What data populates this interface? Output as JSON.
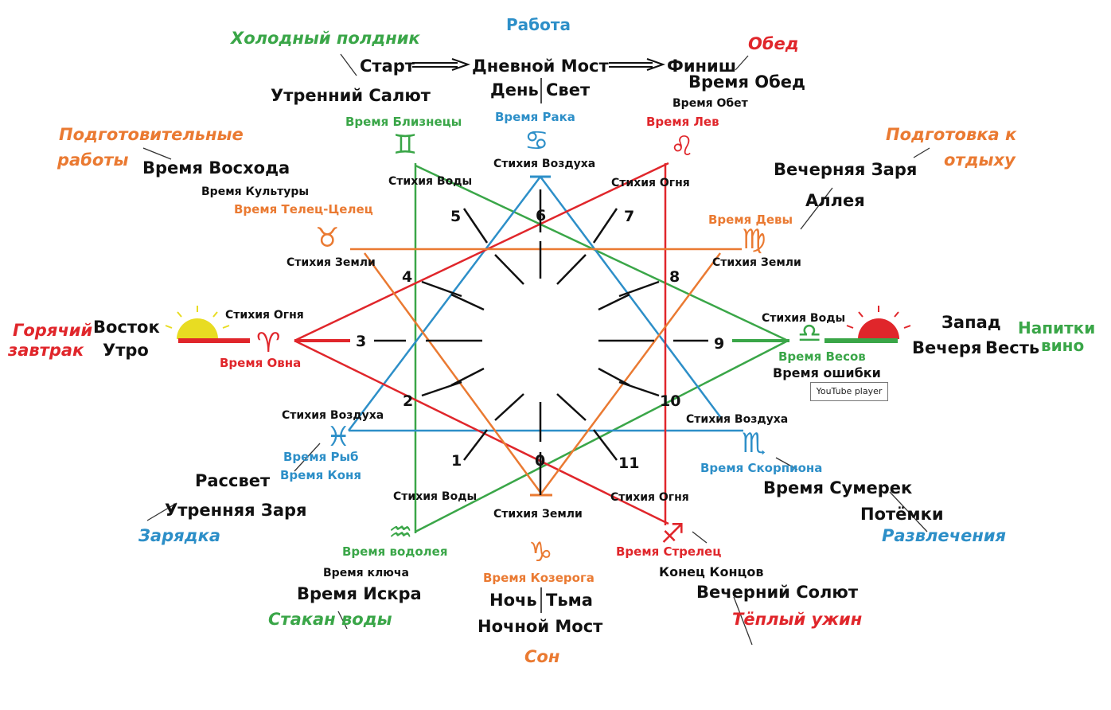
{
  "colors": {
    "black": "#111111",
    "green": "#3aa648",
    "blue": "#2d8fc8",
    "red": "#e0262b",
    "orange": "#ea7a32",
    "yellow": "#e8dc22"
  },
  "top": {
    "label": "Работа",
    "start": "Старт",
    "bridge": "Дневной Мост",
    "finish": "Финиш",
    "day": "День",
    "light": "Свет",
    "cancer_time": "Время Рака",
    "air_top": "Стихия Воздуха"
  },
  "top_left": {
    "note": "Холодный полдник",
    "salute": "Утренний Салют",
    "gemini_time": "Время Близнецы",
    "water": "Стихия Воды"
  },
  "top_right": {
    "note": "Обед",
    "lunch_time": "Время Обед",
    "obet_time": "Время Обет",
    "leo_time": "Время Лев",
    "fire": "Стихия Огня"
  },
  "upper_left": {
    "note_line1": "Подготовительные",
    "note_line2": "работы",
    "sunrise_time": "Время Восхода",
    "culture_time": "Время Культуры",
    "taurus_time": "Время Телец-Целец",
    "earth": "Стихия Земли"
  },
  "upper_right": {
    "note_line1": "Подготовка к",
    "note_line2": "отдыху",
    "evening_dawn": "Вечерняя Заря",
    "alley": "Аллея",
    "virgo_time": "Время Девы",
    "earth": "Стихия Земли"
  },
  "left": {
    "note_line1": "Горячий",
    "note_line2": "завтрак",
    "east": "Восток",
    "morning": "Утро",
    "fire": "Стихия Огня",
    "aries_time": "Время Овна"
  },
  "right": {
    "note_line1": "Напитки",
    "note_line2": "вино",
    "west": "Запад",
    "evening": "Вечеря",
    "news": "Весть",
    "water": "Стихия Воды",
    "libra_time": "Время Весов",
    "error_time": "Время ошибки"
  },
  "lower_left": {
    "air": "Стихия Воздуха",
    "pisces_time": "Время Рыб",
    "horse_time": "Время Коня",
    "dawn": "Рассвет",
    "morning_dawn": "Утренняя Заря",
    "note": "Зарядка"
  },
  "lower_right": {
    "air": "Стихия Воздуха",
    "scorpio_time": "Время Скорпиона",
    "twilight_time": "Время Сумерек",
    "darkness": "Потёмки",
    "note": "Развлечения"
  },
  "bottom_left": {
    "water": "Стихия Воды",
    "aquarius_time": "Время водолея",
    "key_time": "Время ключа",
    "spark_time": "Время Искра",
    "note": "Стакан воды"
  },
  "bottom_right": {
    "fire": "Стихия Огня",
    "sagittarius_time": "Время Стрелец",
    "end_of_ends": "Конец Концов",
    "evening_salute": "Вечерний Солют",
    "note": "Тёплый ужин"
  },
  "bottom": {
    "earth": "Стихия Земли",
    "capricorn_time": "Время Козерога",
    "night": "Ночь",
    "dark": "Тьма",
    "night_bridge": "Ночной Мост",
    "note": "Сон"
  },
  "numbers": [
    "0",
    "1",
    "2",
    "3",
    "4",
    "5",
    "6",
    "7",
    "8",
    "9",
    "10",
    "11"
  ],
  "symbols": {
    "aries": "♈",
    "taurus": "♉",
    "gemini": "♊",
    "cancer": "♋",
    "leo": "♌",
    "virgo": "♍",
    "libra": "♎",
    "scorpio": "♏",
    "sagittarius": "♐",
    "capricorn": "♑",
    "aquarius": "♒",
    "pisces": "♓"
  },
  "tooltip": "YouTube player"
}
